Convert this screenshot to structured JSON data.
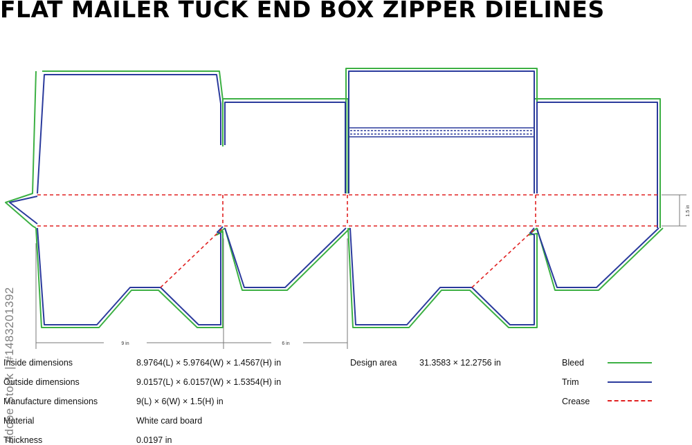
{
  "title": "FLAT MAILER TUCK END BOX ZIPPER DIELINES",
  "colors": {
    "bleed": "#3cb043",
    "trim": "#2a3a9c",
    "crease": "#e02020",
    "dimension": "#777777"
  },
  "dimension_labels": {
    "length": "9 in",
    "width": "6 in",
    "height": "1.5 in"
  },
  "specs": [
    {
      "label": "Inside dimensions",
      "value": "8.9764(L) × 5.9764(W) × 1.4567(H) in"
    },
    {
      "label": "Outside dimensions",
      "value": "9.0157(L) × 6.0157(W) × 1.5354(H) in"
    },
    {
      "label": "Manufacture dimensions",
      "value": "9(L) × 6(W) × 1.5(H) in"
    },
    {
      "label": "Material",
      "value": "White card board"
    },
    {
      "label": "Thickness",
      "value": "0.0197 in"
    }
  ],
  "design_area": {
    "label": "Design area",
    "value": "31.3583 × 12.2756 in"
  },
  "legend": [
    {
      "label": "Bleed",
      "style": "solid",
      "color": "#3cb043"
    },
    {
      "label": "Trim",
      "style": "solid",
      "color": "#2a3a9c"
    },
    {
      "label": "Crease",
      "style": "dashed",
      "color": "#e02020"
    }
  ],
  "watermark": "Adobe Stock | #1483201392"
}
